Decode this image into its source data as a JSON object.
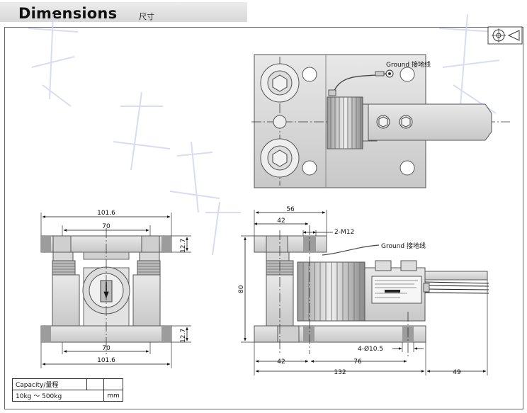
{
  "header": {
    "title": "Dimensions",
    "subtitle": "尺寸"
  },
  "top_view": {
    "ground_label": "Ground 接地线"
  },
  "front_view": {
    "dim_overall_width": "101.6",
    "dim_bolt_spacing_top": "70",
    "dim_plate_thickness_top": "12.7",
    "dim_plate_thickness_bottom": "12.7",
    "dim_bolt_spacing_bottom": "70",
    "dim_overall_width_bottom": "101.6"
  },
  "side_view": {
    "dim_56": "56",
    "dim_42_top": "42",
    "thread_label": "2-M12",
    "ground_label": "Ground 接地线",
    "dim_height": "80",
    "hole_label": "4-Ø10.5",
    "dim_42_bottom": "42",
    "dim_76": "76",
    "dim_132": "132",
    "dim_49": "49"
  },
  "spec_table": {
    "capacity_label": "Capacity/量程",
    "range": "10kg ～ 500kg",
    "unit": "mm"
  }
}
